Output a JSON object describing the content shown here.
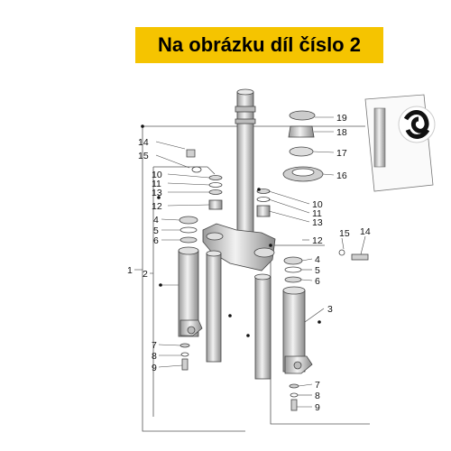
{
  "banner": {
    "text": "Na obrázku díl číslo 2"
  },
  "callouts": {
    "c1": "1",
    "c2": "2",
    "c3": "3",
    "c4a": "4",
    "c4b": "4",
    "c5a": "5",
    "c5b": "5",
    "c6a": "6",
    "c6b": "6",
    "c7a": "7",
    "c7b": "7",
    "c8a": "8",
    "c8b": "8",
    "c9a": "9",
    "c9b": "9",
    "c10a": "10",
    "c10b": "10",
    "c11a": "11",
    "c11b": "11",
    "c12a": "12",
    "c12b": "12",
    "c13a": "13",
    "c13b": "13",
    "c14a": "14",
    "c14b": "14",
    "c15a": "15",
    "c15b": "15",
    "c16": "16",
    "c17": "17",
    "c18": "18",
    "c19": "19"
  },
  "colors": {
    "banner_bg": "#f5c400",
    "line": "#333333",
    "part_gray": "#cfcfcf"
  },
  "icons": {
    "logo": "moto-guzzi-knot-icon"
  }
}
